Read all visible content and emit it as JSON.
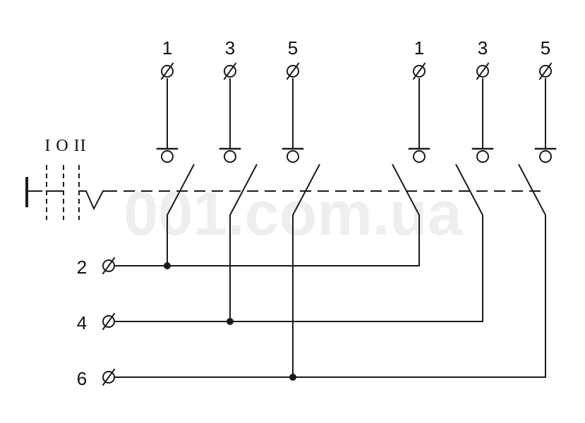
{
  "top_labels": [
    "1",
    "3",
    "5",
    "1",
    "3",
    "5"
  ],
  "left_labels": [
    "2",
    "4",
    "6"
  ],
  "position_label": "I O II",
  "watermark": "001.com.ua",
  "colors": {
    "line": "#1a1a1a",
    "background": "#ffffff",
    "watermark": "#eeeeee"
  },
  "icons": {
    "terminal": "terminal-slashed-circle-icon",
    "contact": "contact-ring-icon",
    "junction": "junction-dot-icon",
    "actuator": "rotary-actuator-icon"
  }
}
